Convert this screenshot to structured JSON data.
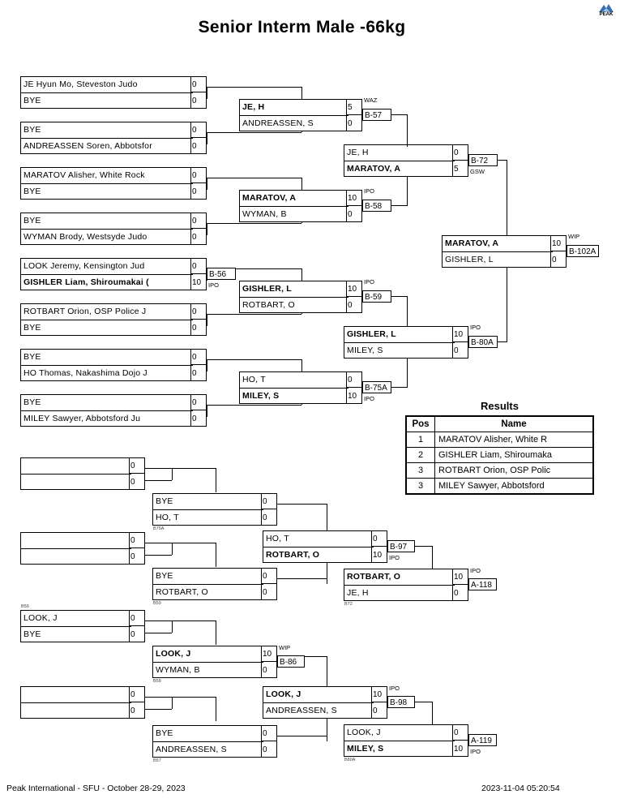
{
  "title": "Senior Interm Male -66kg",
  "logo": {
    "text": "PEAK",
    "icon": "mountain-icon"
  },
  "pools": [
    {
      "id": "p1",
      "top": {
        "name": "JE Hyun Mo, Steveston Judo",
        "score": "0"
      },
      "bot": {
        "name": "BYE",
        "score": "0"
      }
    },
    {
      "id": "p2",
      "top": {
        "name": "BYE",
        "score": "0"
      },
      "bot": {
        "name": "ANDREASSEN Soren, Abbotsfor",
        "score": "0"
      }
    },
    {
      "id": "p3",
      "top": {
        "name": "MARATOV Alisher, White Rock",
        "score": "0"
      },
      "bot": {
        "name": "BYE",
        "score": "0"
      }
    },
    {
      "id": "p4",
      "top": {
        "name": "BYE",
        "score": "0"
      },
      "bot": {
        "name": "WYMAN Brody, Westsyde Judo",
        "score": "0"
      }
    },
    {
      "id": "p5",
      "top": {
        "name": "LOOK Jeremy, Kensington Jud",
        "score": "0"
      },
      "bot": {
        "name": "GISHLER Liam, Shiroumakai (",
        "score": "10",
        "winner": true
      },
      "label": "B-56",
      "tag": "IPO"
    },
    {
      "id": "p6",
      "top": {
        "name": "ROTBART Orion, OSP Police J",
        "score": "0"
      },
      "bot": {
        "name": "BYE",
        "score": "0"
      }
    },
    {
      "id": "p7",
      "top": {
        "name": "BYE",
        "score": "0"
      },
      "bot": {
        "name": "HO Thomas, Nakashima Dojo J",
        "score": "0"
      }
    },
    {
      "id": "p8",
      "top": {
        "name": "BYE",
        "score": "0"
      },
      "bot": {
        "name": "MILEY Sawyer, Abbotsford Ju",
        "score": "0"
      }
    }
  ],
  "r2": [
    {
      "id": "m57",
      "top": {
        "name": "JE, H",
        "score": "5",
        "winner": true
      },
      "bot": {
        "name": "ANDREASSEN, S",
        "score": "0"
      },
      "label": "B-57",
      "tag": "WAZ"
    },
    {
      "id": "m58",
      "top": {
        "name": "MARATOV, A",
        "score": "10",
        "winner": true
      },
      "bot": {
        "name": "WYMAN, B",
        "score": "0"
      },
      "label": "B-58",
      "tag": "IPO"
    },
    {
      "id": "m59",
      "top": {
        "name": "GISHLER, L",
        "score": "10",
        "winner": true
      },
      "bot": {
        "name": "ROTBART, O",
        "score": "0"
      },
      "label": "B-59",
      "tag": "IPO"
    },
    {
      "id": "m75",
      "top": {
        "name": "HO, T",
        "score": "0"
      },
      "bot": {
        "name": "MILEY, S",
        "score": "10",
        "winner": true
      },
      "label": "B-75A",
      "tag": "IPO"
    }
  ],
  "semis": [
    {
      "id": "m72",
      "top": {
        "name": "JE, H",
        "score": "0"
      },
      "bot": {
        "name": "MARATOV, A",
        "score": "5",
        "winner": true
      },
      "label": "B-72",
      "tag": "GSW"
    },
    {
      "id": "m80",
      "top": {
        "name": "GISHLER, L",
        "score": "10",
        "winner": true
      },
      "bot": {
        "name": "MILEY, S",
        "score": "0"
      },
      "label": "B-80A",
      "tag": "IPO"
    }
  ],
  "final": {
    "id": "m102",
    "top": {
      "name": "MARATOV, A",
      "score": "10",
      "winner": true
    },
    "bot": {
      "name": "GISHLER, L",
      "score": "0"
    },
    "label": "B-102A",
    "tag": "WIP"
  },
  "results": {
    "heading": "Results",
    "col_pos": "Pos",
    "col_name": "Name",
    "rows": [
      {
        "pos": "1",
        "name": "MARATOV Alisher, White R"
      },
      {
        "pos": "2",
        "name": "GISHLER Liam, Shiroumaka"
      },
      {
        "pos": "3",
        "name": "ROTBART Orion, OSP Polic"
      },
      {
        "pos": "3",
        "name": "MILEY Sawyer, Abbotsford"
      }
    ]
  },
  "repechage": {
    "entries": [
      {
        "id": "rA",
        "top": {
          "name": "",
          "score": "0"
        },
        "bot": {
          "name": "",
          "score": "0"
        }
      },
      {
        "id": "rB",
        "top": {
          "name": "",
          "score": "0"
        },
        "bot": {
          "name": "",
          "score": "0"
        }
      },
      {
        "id": "rC",
        "top": {
          "name": "LOOK, J",
          "score": "0"
        },
        "bot": {
          "name": "BYE",
          "score": "0"
        }
      },
      {
        "id": "rD",
        "top": {
          "name": "",
          "score": "0"
        },
        "bot": {
          "name": "",
          "score": "0"
        }
      }
    ],
    "feeds": [
      {
        "id": "fA",
        "top": {
          "name": "BYE",
          "score": "0"
        },
        "bot": {
          "name": "HO, T",
          "score": "0"
        },
        "note": "B75A"
      },
      {
        "id": "fB",
        "top": {
          "name": "BYE",
          "score": "0"
        },
        "bot": {
          "name": "ROTBART, O",
          "score": "0"
        },
        "note": "B59"
      },
      {
        "id": "fC",
        "top": {
          "name": "LOOK, J",
          "score": "10",
          "winner": true
        },
        "bot": {
          "name": "WYMAN, B",
          "score": "0"
        },
        "note": "B58",
        "label": "B-86",
        "tag": "WIP"
      },
      {
        "id": "fD",
        "top": {
          "name": "BYE",
          "score": "0"
        },
        "bot": {
          "name": "ANDREASSEN, S",
          "score": "0"
        },
        "note": "B57"
      }
    ],
    "r97": {
      "id": "m97",
      "top": {
        "name": "HO, T",
        "score": "0"
      },
      "bot": {
        "name": "ROTBART, O",
        "score": "10",
        "winner": true
      },
      "label": "B-97",
      "tag": "IPO"
    },
    "r98": {
      "id": "m98",
      "top": {
        "name": "LOOK, J",
        "score": "10",
        "winner": true
      },
      "bot": {
        "name": "ANDREASSEN, S",
        "score": "0"
      },
      "label": "B-98",
      "tag": "IPO"
    },
    "bronze1": {
      "id": "a118",
      "top": {
        "name": "ROTBART, O",
        "score": "10",
        "winner": true
      },
      "bot": {
        "name": "JE, H",
        "score": "0"
      },
      "label": "A-118",
      "tag": "IPO",
      "note": "B72"
    },
    "bronze2": {
      "id": "a119",
      "top": {
        "name": "LOOK, J",
        "score": "0"
      },
      "bot": {
        "name": "MILEY, S",
        "score": "10",
        "winner": true
      },
      "label": "A-119",
      "tag": "IPO",
      "note": "B80A"
    },
    "side_note": "B56"
  },
  "footer": {
    "left": "Peak International - SFU - October 28-29, 2023",
    "right": "2023-11-04 05:20:54"
  }
}
